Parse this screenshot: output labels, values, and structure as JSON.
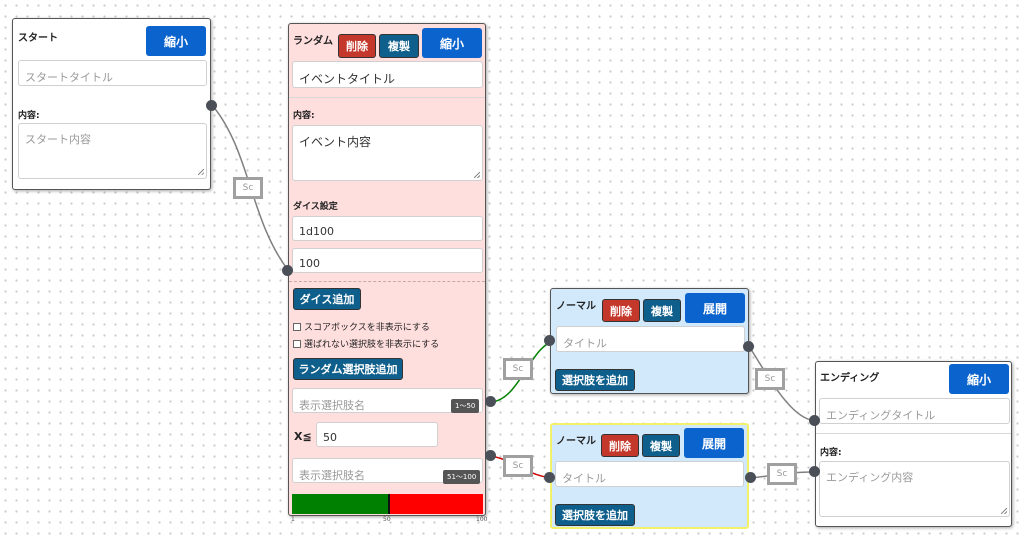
{
  "start_node": {
    "title": "スタート",
    "shrink_label": "縮小",
    "title_placeholder": "スタートタイトル",
    "content_label": "内容:",
    "content_placeholder": "スタート内容"
  },
  "random_node": {
    "title": "ランダム",
    "delete_label": "削除",
    "copy_label": "複製",
    "shrink_label": "縮小",
    "title_value": "イベントタイトル",
    "content_label": "内容:",
    "content_value": "イベント内容",
    "dice_label": "ダイス設定",
    "dice_value": "1d100",
    "dice_max": "100",
    "add_dice_label": "ダイス追加",
    "hide_score_label": "スコアボックスを非表示にする",
    "hide_unselected_label": "選ばれない選択肢を非表示にする",
    "add_random_choice_label": "ランダム選択肢追加",
    "choice1_placeholder": "表示選択肢名",
    "choice1_range": "1〜50",
    "x_label": "X≦",
    "x_value": "50",
    "choice2_placeholder": "表示選択肢名",
    "choice2_range": "51〜100",
    "bar": {
      "min": "1",
      "split": "50",
      "max": "100",
      "split_fraction": 0.5,
      "color_a": "#008000",
      "color_b": "#ff0000"
    }
  },
  "normal_node_1": {
    "title": "ノーマル",
    "delete_label": "削除",
    "copy_label": "複製",
    "expand_label": "展開",
    "title_placeholder": "タイトル",
    "add_choice_label": "選択肢を追加"
  },
  "normal_node_2": {
    "title": "ノーマル",
    "delete_label": "削除",
    "copy_label": "複製",
    "expand_label": "展開",
    "title_placeholder": "タイトル",
    "add_choice_label": "選択肢を追加"
  },
  "ending_node": {
    "title": "エンディング",
    "shrink_label": "縮小",
    "title_placeholder": "エンディングタイトル",
    "content_label": "内容:",
    "content_placeholder": "エンディング内容"
  },
  "score_box_label": "Sc",
  "colors": {
    "accent_blue": "#0b63ce",
    "delete_red": "#c4372b",
    "copy_teal": "#0f5f8c",
    "link_gray": "#808080",
    "link_green": "#008000",
    "link_red": "#cc0000",
    "highlight": "#f2f26a"
  }
}
